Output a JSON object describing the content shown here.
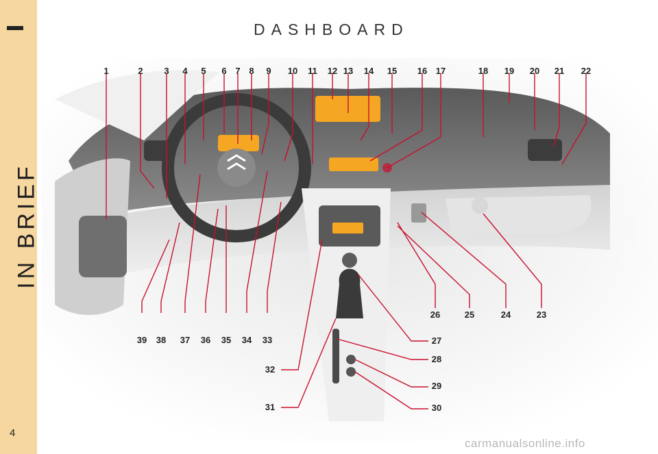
{
  "side_tab": {
    "title": "IN BRIEF"
  },
  "page": {
    "number": "4",
    "title": "DASHBOARD"
  },
  "watermark": "carmanualsonline.info",
  "callouts": [
    "1",
    "2",
    "3",
    "4",
    "5",
    "6",
    "7",
    "8",
    "9",
    "10",
    "11",
    "12",
    "13",
    "14",
    "15",
    "16",
    "17",
    "18",
    "19",
    "20",
    "21",
    "22",
    "23",
    "24",
    "25",
    "26",
    "27",
    "28",
    "29",
    "30",
    "31",
    "32",
    "33",
    "34",
    "35",
    "36",
    "37",
    "38",
    "39"
  ],
  "colors": {
    "side_tab": "#f7d7a0",
    "leader_line": "#c8102e",
    "screen": "#f5a623"
  }
}
